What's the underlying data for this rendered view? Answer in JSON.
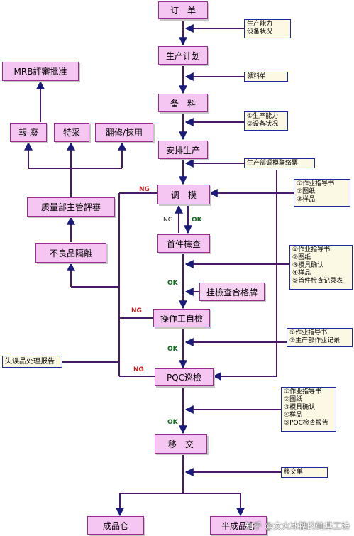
{
  "flow": {
    "order": "订　单",
    "plan": "生产计划",
    "prepare": "备　料",
    "arrange": "安排生产",
    "adjust": "调　模",
    "first_piece": "首件檢查",
    "self_check": "操作工自檢",
    "pqc": "PQC巡檢",
    "transfer": "移　交",
    "finished_store": "成品仓",
    "semi_store": "半成品仓"
  },
  "defect": {
    "mrb": "MRB評審批准",
    "scrap": "報 廢",
    "special": "特采",
    "rework": "翻修/揀用",
    "qa_review": "质量部主管評審",
    "isolate": "不良品隔離"
  },
  "notes": {
    "capacity": [
      "生产能力",
      "设备状况"
    ],
    "picking": [
      "领料单"
    ],
    "prepare_inputs": [
      "①生产能力",
      "②设备状况"
    ],
    "mold_ticket": [
      "生产部调模联络票"
    ],
    "adjust_inputs": [
      "①作业指导书",
      "②图纸",
      "③样品"
    ],
    "first_inputs": [
      "①作业指导书",
      "②图纸",
      "③模具确认",
      "④样品",
      "⑤首件检查记录表"
    ],
    "hang_tag": "挂檢查合格牌",
    "self_inputs": [
      "①作业指导书",
      "②生产部作业记录"
    ],
    "error_report": "失误品处理报告",
    "pqc_inputs": [
      "①作业指导书",
      "②图纸",
      "③模具确认",
      "④样品",
      "⑤PQC检查报告"
    ],
    "transfer_note": [
      "移交单"
    ]
  },
  "labels": {
    "ng": "NG",
    "ok": "OK"
  },
  "watermark": "知乎 @文火冰糖的硅基工坊"
}
